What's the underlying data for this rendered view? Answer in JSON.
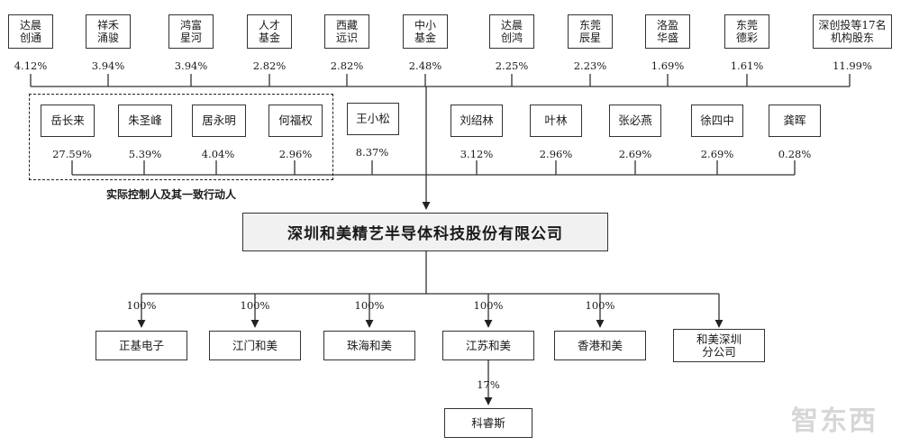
{
  "top_shareholders": [
    {
      "name": "达晨\n创通",
      "pct": "4.12%"
    },
    {
      "name": "祥禾\n涌骏",
      "pct": "3.94%"
    },
    {
      "name": "鸿富\n星河",
      "pct": "3.94%"
    },
    {
      "name": "人才\n基金",
      "pct": "2.82%"
    },
    {
      "name": "西藏\n远识",
      "pct": "2.82%"
    },
    {
      "name": "中小\n基金",
      "pct": "2.48%"
    },
    {
      "name": "达晨\n创鸿",
      "pct": "2.25%"
    },
    {
      "name": "东莞\n辰星",
      "pct": "2.23%"
    },
    {
      "name": "洛盈\n华盛",
      "pct": "1.69%"
    },
    {
      "name": "东莞\n德彩",
      "pct": "1.61%"
    },
    {
      "name": "深创投等17名\n机构股东",
      "pct": "11.99%"
    }
  ],
  "controllers": [
    {
      "name": "岳长来",
      "pct": "27.59%"
    },
    {
      "name": "朱圣峰",
      "pct": "5.39%"
    },
    {
      "name": "居永明",
      "pct": "4.04%"
    },
    {
      "name": "何福权",
      "pct": "2.96%"
    }
  ],
  "controller_caption": "实际控制人及其一致行动人",
  "individual_wang": {
    "name": "王小松",
    "pct": "8.37%"
  },
  "individuals": [
    {
      "name": "刘绍林",
      "pct": "3.12%"
    },
    {
      "name": "叶林",
      "pct": "2.96%"
    },
    {
      "name": "张必燕",
      "pct": "2.69%"
    },
    {
      "name": "徐四中",
      "pct": "2.69%"
    },
    {
      "name": "龚晖",
      "pct": "0.28%"
    }
  ],
  "company": "深圳和美精艺半导体科技股份有限公司",
  "subsidiaries": [
    {
      "name": "正基电子",
      "pct": "100%"
    },
    {
      "name": "江门和美",
      "pct": "100%"
    },
    {
      "name": "珠海和美",
      "pct": "100%"
    },
    {
      "name": "江苏和美",
      "pct": "100%"
    },
    {
      "name": "香港和美",
      "pct": "100%"
    },
    {
      "name": "和美深圳\n分公司",
      "pct": ""
    }
  ],
  "sub_sub": {
    "name": "科睿斯",
    "pct": "17%"
  },
  "watermark": "智东西"
}
